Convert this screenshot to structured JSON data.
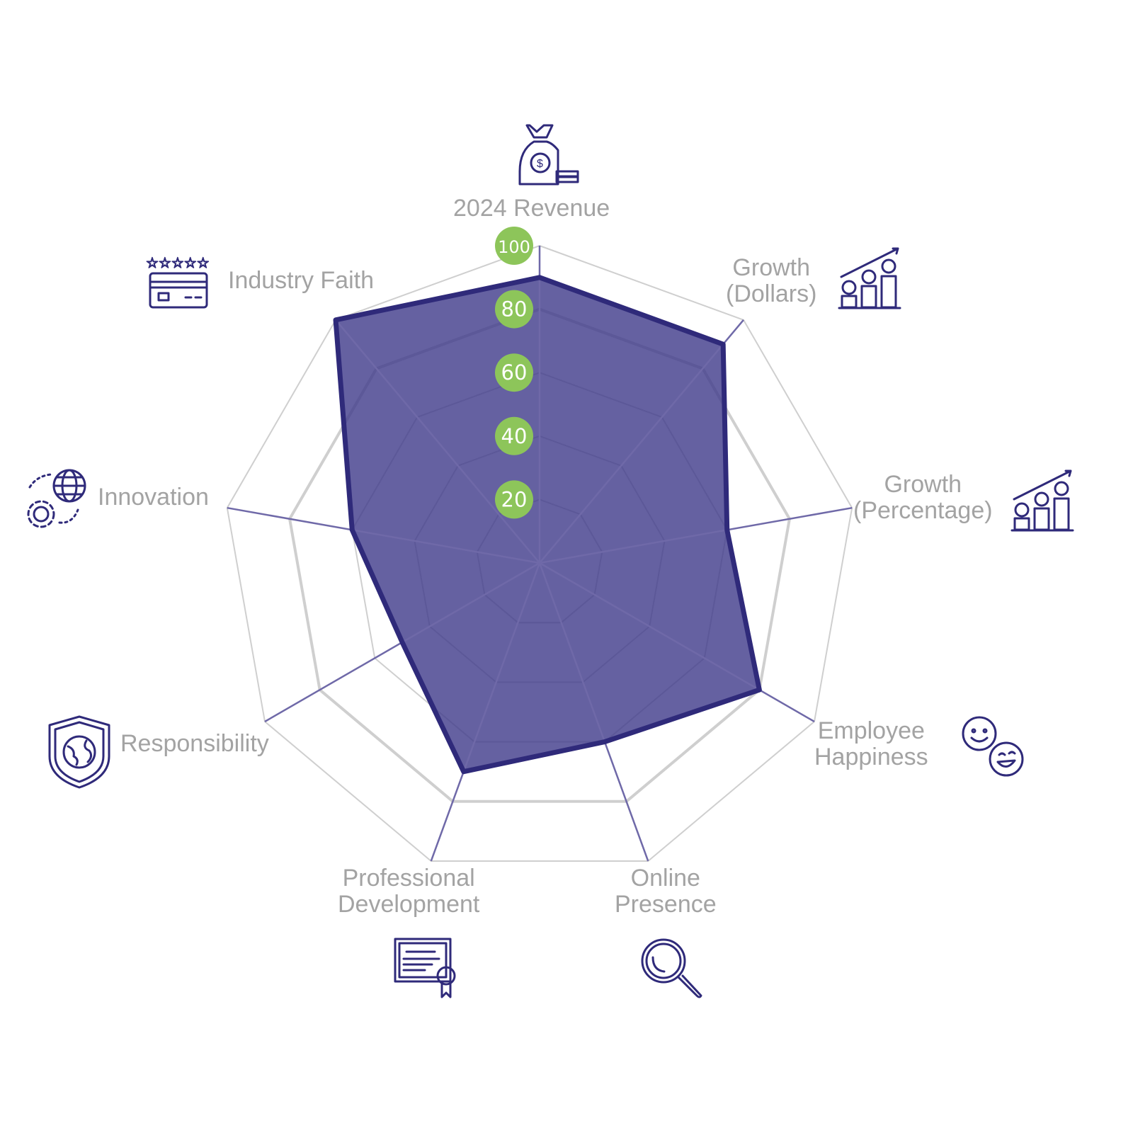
{
  "chart_data": {
    "type": "radar",
    "title": "",
    "axes": [
      "2024 Revenue",
      "Growth (Dollars)",
      "Growth (Percentage)",
      "Employee Happiness",
      "Online Presence",
      "Professional Development",
      "Responsibility",
      "Innovation",
      "Industry Faith"
    ],
    "axis_labels": [
      [
        "2024 Revenue"
      ],
      [
        "Growth",
        "(Dollars)"
      ],
      [
        "Growth",
        "(Percentage)"
      ],
      [
        "Employee",
        "Happiness"
      ],
      [
        "Online",
        "Presence"
      ],
      [
        "Professional",
        "Development"
      ],
      [
        "Responsibility"
      ],
      [
        "Innovation"
      ],
      [
        "Industry Faith"
      ]
    ],
    "values": [
      90,
      90,
      60,
      80,
      60,
      70,
      50,
      60,
      100
    ],
    "rlim": [
      0,
      100
    ],
    "ticks": [
      "20",
      "40",
      "60",
      "80",
      "100"
    ],
    "tick_values": [
      20,
      40,
      60,
      80,
      100
    ],
    "colors": {
      "fill": "#3f3a8a",
      "stroke": "#2f2a7a",
      "tick_badge": "#8dc55a",
      "grid": "#cfcfcf",
      "spoke": "#6f69a8"
    }
  },
  "icons": [
    "money-bag-icon",
    "coins-growth-icon",
    "coins-growth-icon",
    "smiley-faces-icon",
    "magnifier-icon",
    "certificate-icon",
    "shield-globe-icon",
    "globe-gear-icon",
    "rating-card-icon"
  ]
}
